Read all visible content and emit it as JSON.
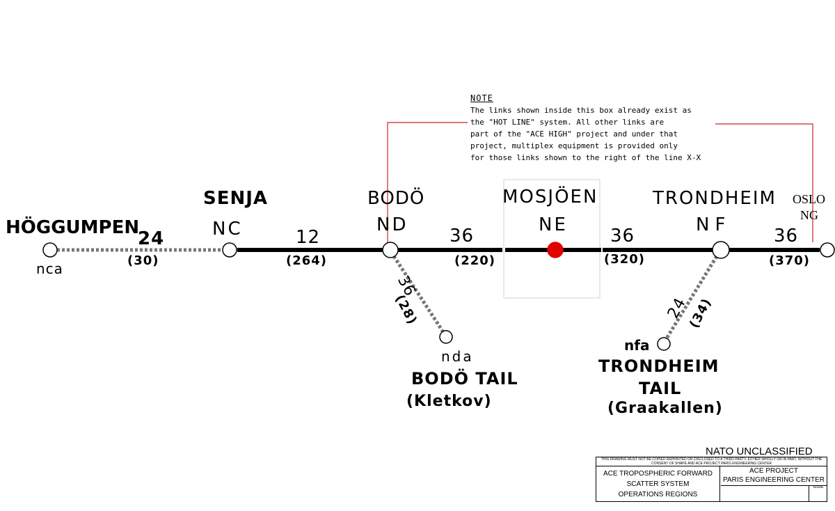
{
  "stations": [
    {
      "id": "hoggumpen",
      "name": "HÖGGUMPEN",
      "code": "",
      "sub": "nca",
      "color": "#ffffff"
    },
    {
      "id": "senja",
      "name": "SENJA",
      "code": "NC",
      "color": "#ffffff"
    },
    {
      "id": "bodo",
      "name": "BODÖ",
      "code": "ND",
      "color": "#ffffff"
    },
    {
      "id": "mosjoen",
      "name": "MOSJÖEN",
      "code": "NE",
      "color": "#e00000"
    },
    {
      "id": "trondheim",
      "name": "TRONDHEIM",
      "code": "NF",
      "color": "#ffffff"
    },
    {
      "id": "oslo",
      "name": "OSLO",
      "code": "NG",
      "color": "#ffffff"
    }
  ],
  "links": [
    {
      "id": "hog-senja",
      "channels": "24",
      "km": "(30)",
      "style": "dotted"
    },
    {
      "id": "senja-bodo",
      "channels": "12",
      "km": "(264)",
      "style": "solid"
    },
    {
      "id": "bodo-mosjoen",
      "channels": "36",
      "km": "(220)",
      "style": "solid"
    },
    {
      "id": "mosjoen-trondheim",
      "channels": "36",
      "km": "(320)",
      "style": "solid"
    },
    {
      "id": "trondheim-oslo",
      "channels": "36",
      "km": "(370)",
      "style": "solid"
    },
    {
      "id": "bodo-tail",
      "channels": "36",
      "km": "(28)",
      "style": "dotted"
    },
    {
      "id": "trondheim-tail",
      "channels": "24",
      "km": "(34)",
      "style": "dotted"
    }
  ],
  "tails": {
    "bodo": {
      "code": "nda",
      "name": "BODÖ TAIL",
      "site": "(Kletkov)"
    },
    "trondheim": {
      "code": "nfa",
      "name_line1": "TRONDHEIM",
      "name_line2": "TAIL",
      "site": "(Graakallen)"
    }
  },
  "note": {
    "title": "NOTE",
    "lines": [
      "The links shown inside this box already exist as",
      "the \"HOT LINE\" system. All other links are",
      "part of the \"ACE HIGH\" project and under that",
      "project, multiplex equipment is provided only",
      "for those links shown to the right of the line X-X"
    ]
  },
  "title_block": {
    "classification": "NATO UNCLASSIFIED",
    "warning": "THIS DRAWING MUST NOT BE COPIED REPRINTED OR DISCLOSED TO A THIRD PARTY, EITHER WHOLLY OR IN PART, WITHOUT THE CONSENT OF SHAPE AND ACE PROJECT PARIS ENGINEERING CENTER",
    "left_lines": [
      "ACE TROPOSPHERIC FORWARD",
      "SCATTER SYSTEM",
      "OPERATIONS REGIONS"
    ],
    "right_lines": [
      "ACE PROJECT",
      "PARIS ENGINEERING CENTER"
    ],
    "issue": "ISSUE"
  },
  "colors": {
    "note_bracket": "#cc2222",
    "mosjoen_node": "#e00000",
    "dotted_link": "#777777"
  }
}
